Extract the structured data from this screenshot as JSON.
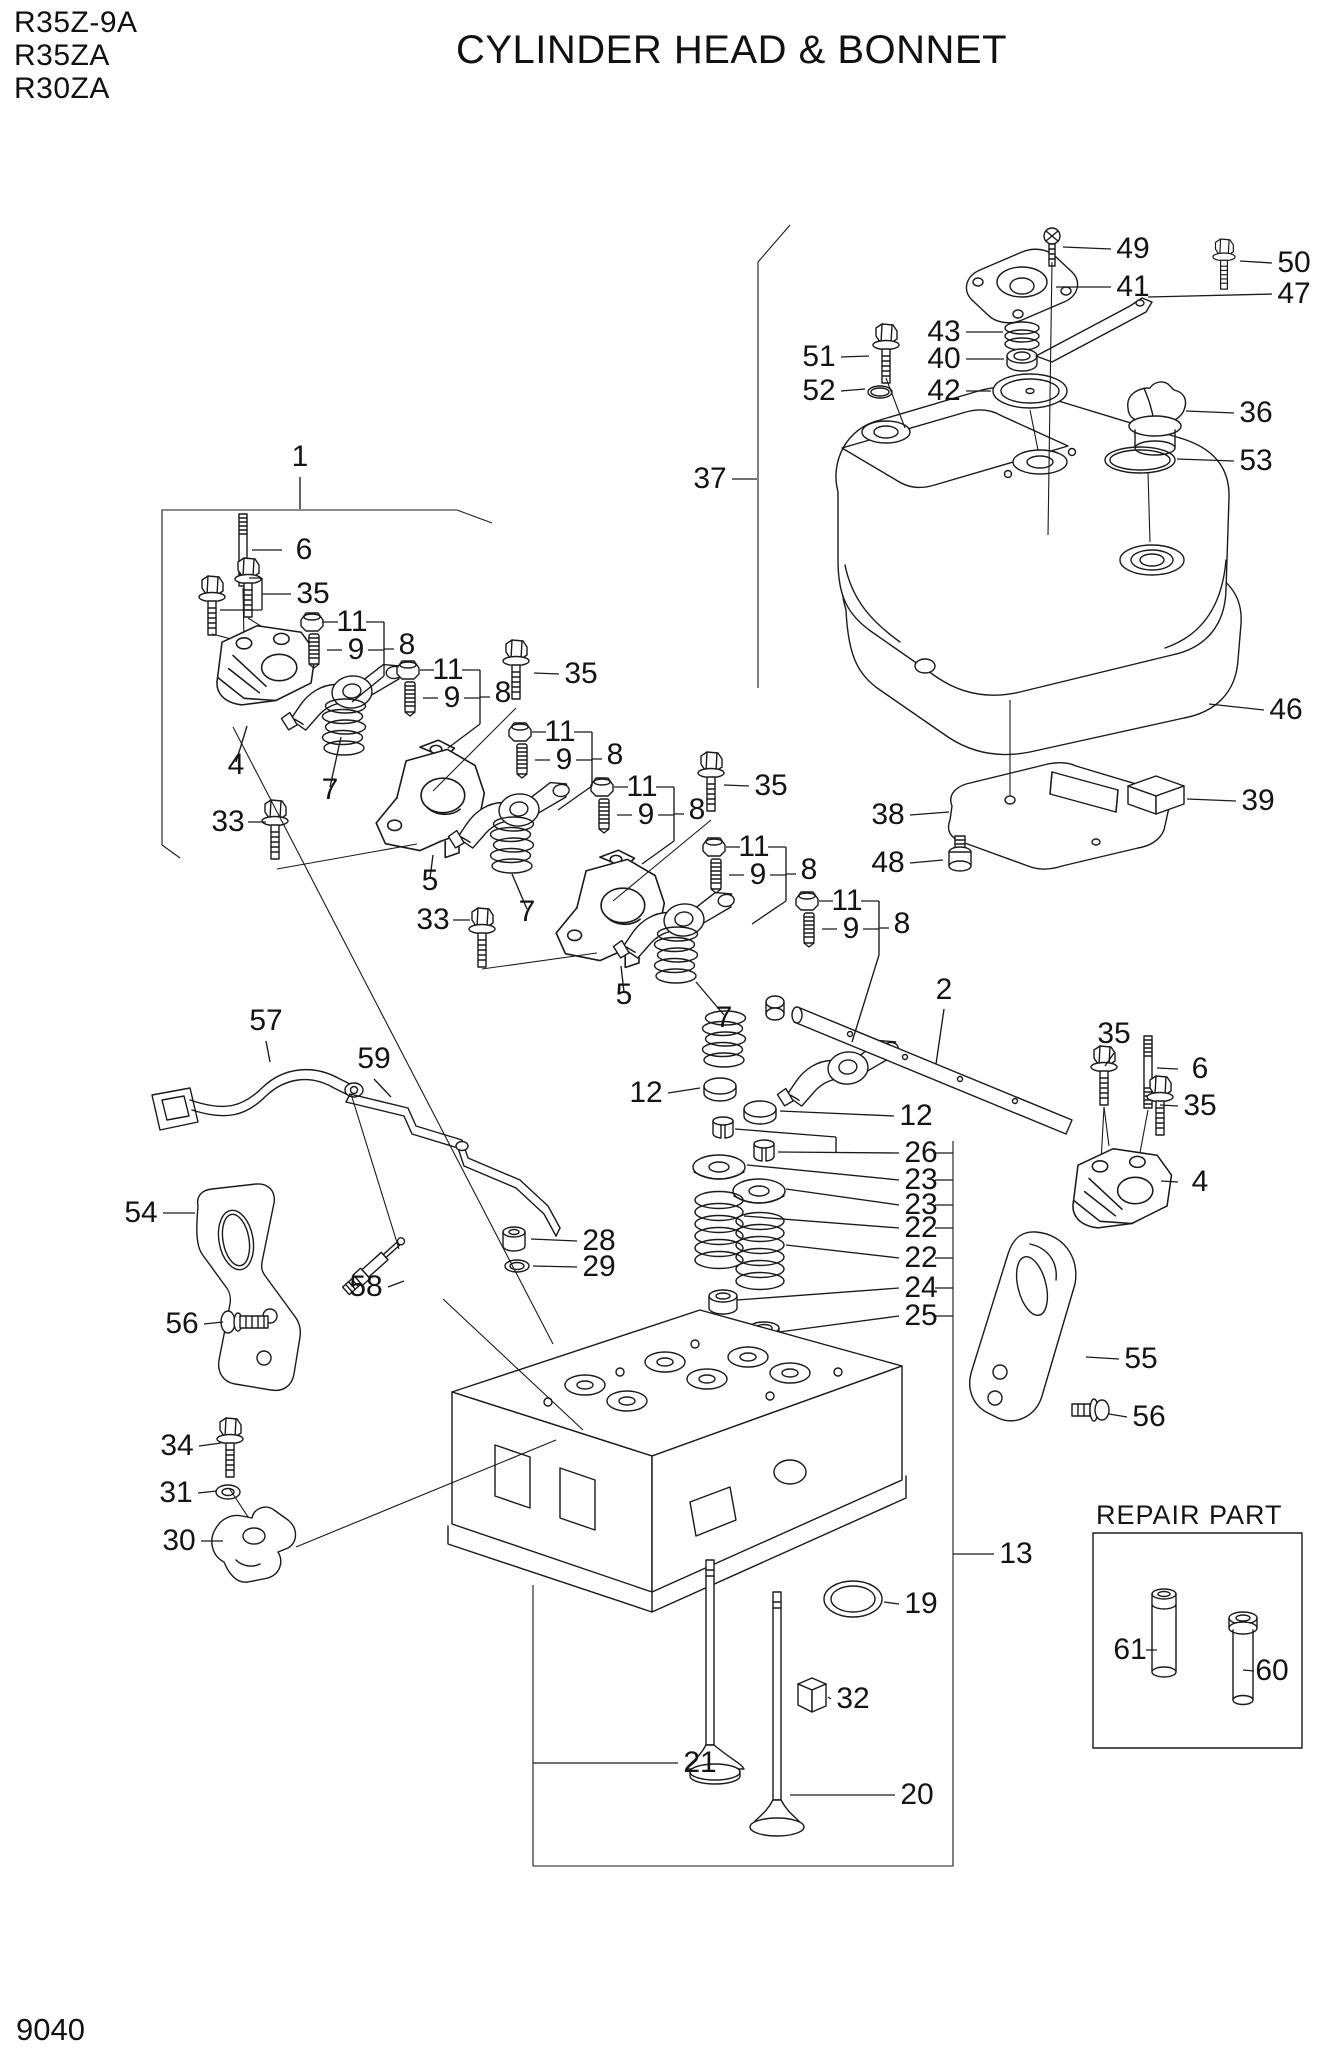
{
  "header": {
    "models": [
      "R35Z-9A",
      "R35ZA",
      "R30ZA"
    ],
    "title": "CYLINDER HEAD & BONNET"
  },
  "page_number": "9040",
  "repair_part": {
    "title": "REPAIR PART"
  },
  "diagram": {
    "type": "exploded-parts-diagram",
    "subject": "cylinder head, valve train and bonnet (rocker cover) assembly"
  },
  "callouts": [
    "49",
    "50",
    "41",
    "47",
    "43",
    "40",
    "51",
    "52",
    "42",
    "36",
    "53",
    "37",
    "46",
    "1",
    "6",
    "35",
    "11",
    "9",
    "8",
    "11",
    "9",
    "8",
    "35",
    "4",
    "7",
    "33",
    "11",
    "9",
    "8",
    "35",
    "5",
    "7",
    "33",
    "11",
    "9",
    "8",
    "11",
    "9",
    "8",
    "5",
    "7",
    "2",
    "11",
    "9",
    "8",
    "35",
    "6",
    "35",
    "4",
    "38",
    "39",
    "48",
    "57",
    "59",
    "12",
    "12",
    "26",
    "23",
    "23",
    "22",
    "22",
    "24",
    "25",
    "54",
    "28",
    "29",
    "58",
    "56",
    "34",
    "31",
    "30",
    "13",
    "19",
    "32",
    "21",
    "20",
    "55",
    "56",
    "61",
    "60"
  ]
}
